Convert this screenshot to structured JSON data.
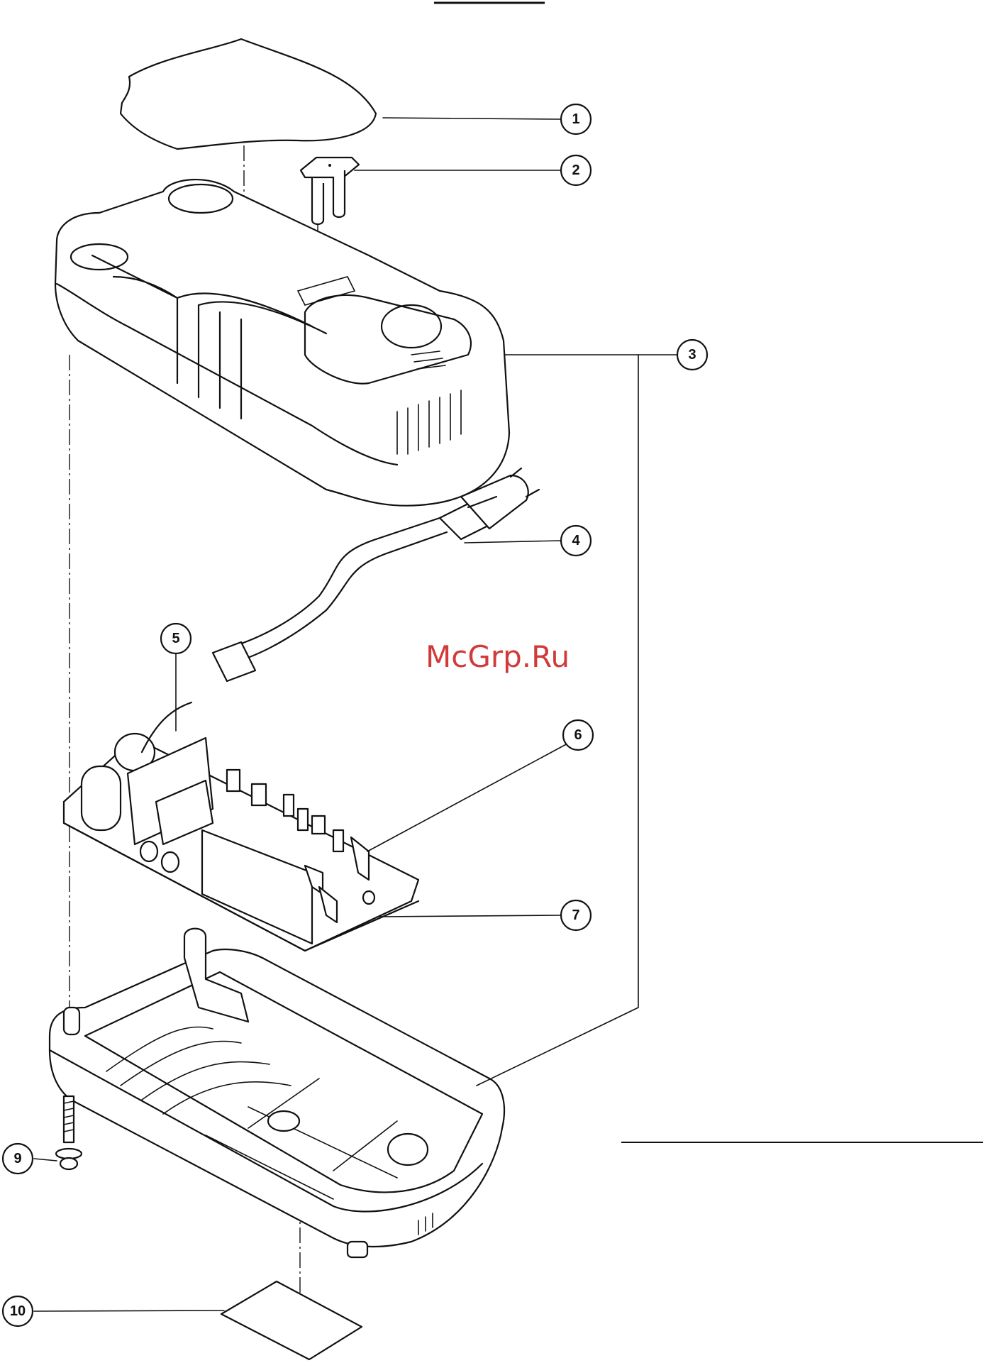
{
  "watermark": "McGrp.Ru",
  "callouts": [
    "1",
    "2",
    "3",
    "4",
    "5",
    "6",
    "7",
    "9",
    "10"
  ]
}
